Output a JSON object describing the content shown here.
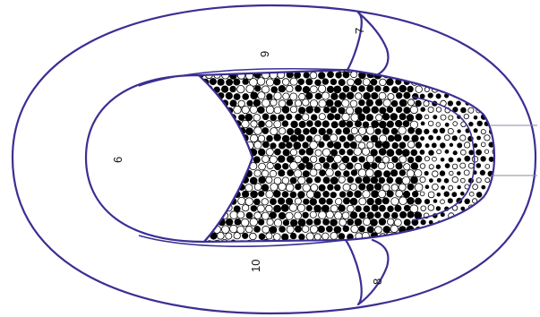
{
  "labels": {
    "l6": "6",
    "l7": "7",
    "l8": "8",
    "l9": "9",
    "l10": "10"
  },
  "colors": {
    "outline": "#3a2f93",
    "particle_dark": "#000000",
    "particle_light": "#ffffff",
    "background": "#ffffff"
  }
}
